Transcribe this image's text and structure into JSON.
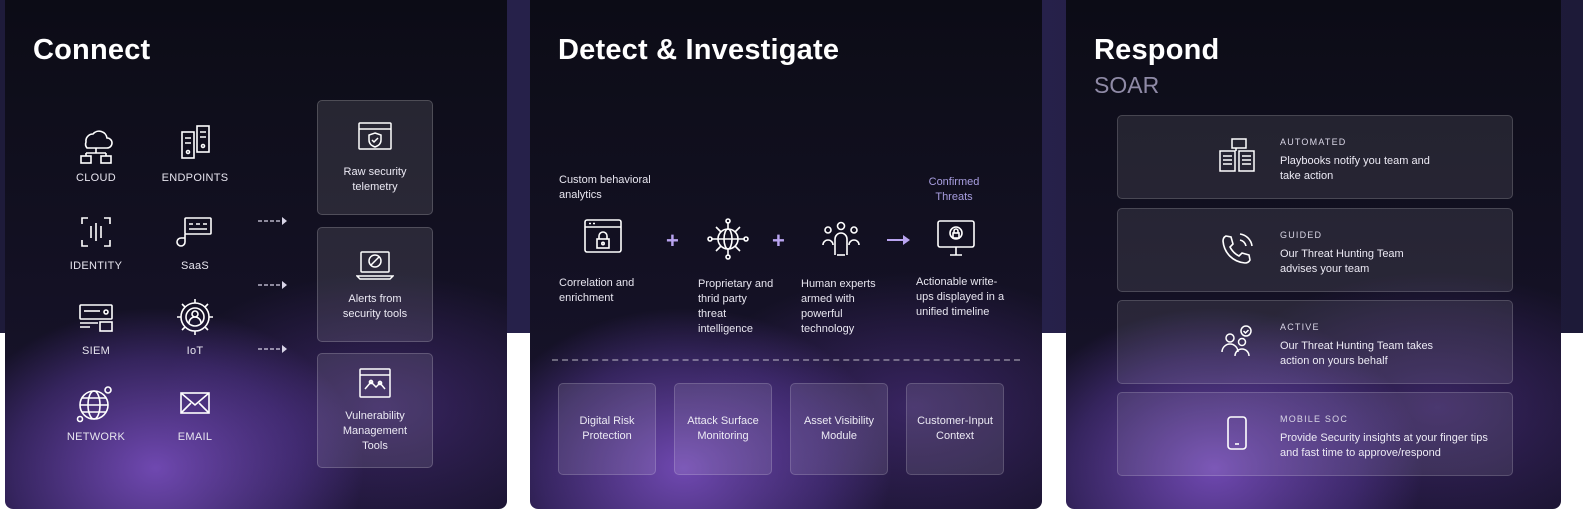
{
  "connect": {
    "title": "Connect",
    "sources": [
      {
        "label": "CLOUD",
        "icon": "cloud-network-icon"
      },
      {
        "label": "ENDPOINTS",
        "icon": "endpoints-icon"
      },
      {
        "label": "IDENTITY",
        "icon": "identity-scan-icon"
      },
      {
        "label": "SaaS",
        "icon": "saas-icon"
      },
      {
        "label": "SIEM",
        "icon": "siem-icon"
      },
      {
        "label": "IoT",
        "icon": "iot-gear-icon"
      },
      {
        "label": "NETWORK",
        "icon": "network-globe-icon"
      },
      {
        "label": "EMAIL",
        "icon": "email-icon"
      }
    ],
    "outputs": [
      {
        "label": "Raw security telemetry",
        "icon": "shield-browser-icon"
      },
      {
        "label": "Alerts from security tools",
        "icon": "alert-laptop-icon"
      },
      {
        "label": "Vulnerability Management Tools",
        "icon": "vulnerability-window-icon"
      }
    ]
  },
  "detect": {
    "title": "Detect & Investigate",
    "top_caption": "Custom behavioral analytics",
    "confirmed": "Confirmed Threats",
    "steps": [
      {
        "label": "Correlation and enrichment",
        "icon": "locked-browser-icon"
      },
      {
        "label": "Proprietary and thrid party threat intelligence",
        "icon": "globe-network-icon"
      },
      {
        "label": "Human experts armed with powerful technology",
        "icon": "experts-icon"
      },
      {
        "label": "Actionable write-ups displayed in a unified timeline",
        "icon": "locked-monitor-icon"
      }
    ],
    "modules": [
      {
        "label": "Digital Risk Protection"
      },
      {
        "label": "Attack Surface Monitoring"
      },
      {
        "label": "Asset Visibility Module"
      },
      {
        "label": "Customer-Input Context"
      }
    ]
  },
  "respond": {
    "title": "Respond",
    "subtitle": "SOAR",
    "rows": [
      {
        "title": "AUTOMATED",
        "desc": "Playbooks notify you team and take action",
        "icon": "playbook-icon"
      },
      {
        "title": "GUIDED",
        "desc": "Our Threat Hunting Team advises your team",
        "icon": "phone-call-icon"
      },
      {
        "title": "ACTIVE",
        "desc": "Our Threat Hunting Team takes action on  yours behalf",
        "icon": "team-check-icon"
      },
      {
        "title": "MOBILE SOC",
        "desc": "Provide Security insights at your finger tips and fast time to approve/respond",
        "icon": "mobile-phone-icon"
      }
    ]
  },
  "colors": {
    "accent": "#8a5cf0",
    "confirmed": "#a89ee0",
    "panel_bg": "#0f0e1b"
  }
}
